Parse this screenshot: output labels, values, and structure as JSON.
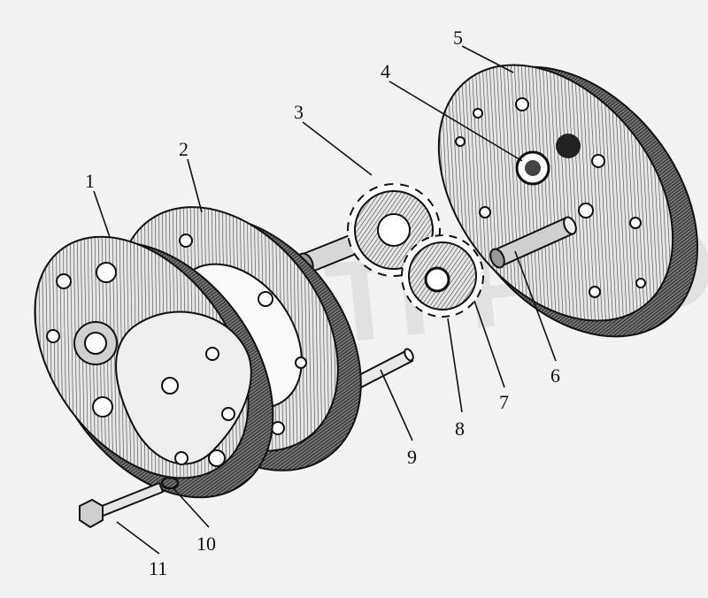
{
  "watermark": "ANTI-PRO",
  "labels": {
    "p1": "1",
    "p2": "2",
    "p3": "3",
    "p4": "4",
    "p5": "5",
    "p6": "6",
    "p7": "7",
    "p8": "8",
    "p9": "9",
    "p10": "10",
    "p11": "11"
  },
  "colors": {
    "ink": "#111111",
    "paper": "#f3f3f3",
    "shade": "#bdbdbd"
  }
}
